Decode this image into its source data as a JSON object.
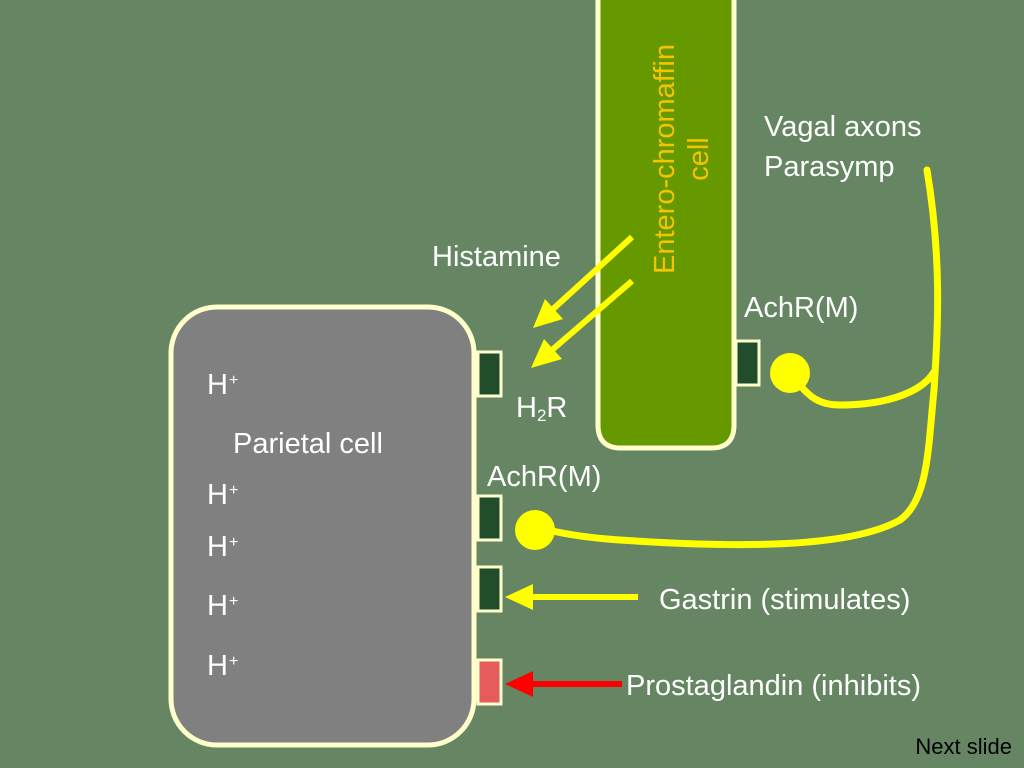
{
  "colors": {
    "background": "#668663",
    "parietal_fill": "#808080",
    "cell_border": "#ffffcc",
    "ec_fill": "#669900",
    "receptor_dark": "#224d2d",
    "receptor_red": "#e65c5c",
    "pathway_yellow": "#ffff00",
    "inhibit_red": "#ff0000",
    "ec_label_color": "#f5c400"
  },
  "parietal_cell": {
    "label": "Parietal cell",
    "protons": [
      {
        "base": "H",
        "charge": "+"
      },
      {
        "base": "H",
        "charge": "+"
      },
      {
        "base": "H",
        "charge": "+"
      },
      {
        "base": "H",
        "charge": "+"
      },
      {
        "base": "H",
        "charge": "+"
      }
    ]
  },
  "ec_cell": {
    "label_line1": "Entero-chromaffin",
    "label_line2": "cell"
  },
  "labels": {
    "vagal_line1": "Vagal axons",
    "vagal_line2": "Parasymp",
    "histamine": "Histamine",
    "h2r_base": "H",
    "h2r_sub": "2",
    "h2r_rest": "R",
    "achr_ec": "AchR(M)",
    "achr_parietal": "AchR(M)",
    "gastrin": "Gastrin (stimulates)",
    "prostaglandin": "Prostaglandin (inhibits)"
  },
  "navigation": {
    "next_slide": "Next slide"
  }
}
